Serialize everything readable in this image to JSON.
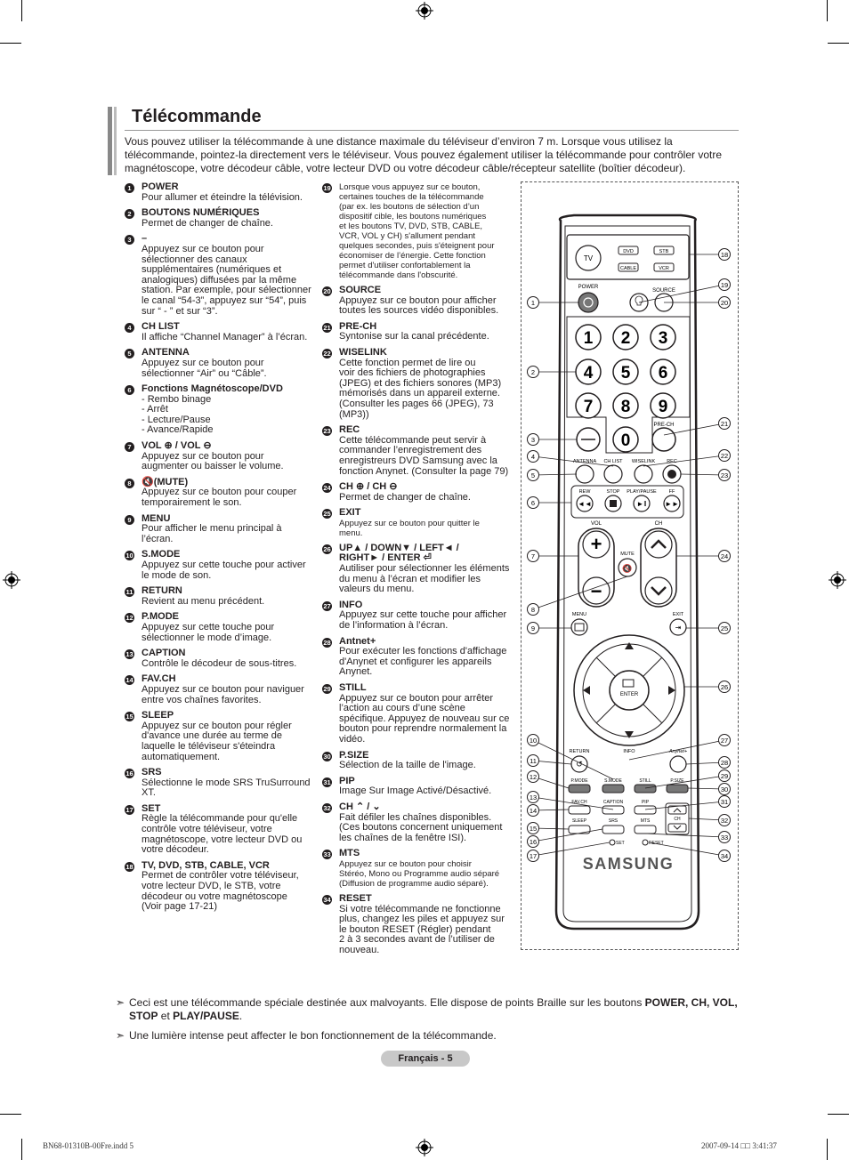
{
  "page": {
    "title": "Télécommande",
    "intro": "Vous pouvez utiliser la télécommande à une distance maximale du téléviseur d’environ 7 m. Lorsque vous utilisez la télécommande, pointez-la directement vers le téléviseur. Vous pouvez également utiliser la télécommande pour contrôler votre magnétoscope, votre décodeur câble, votre lecteur DVD ou votre décodeur câble/récepteur satellite (boîtier décodeur)."
  },
  "left_items": [
    {
      "n": "1",
      "title": "POWER",
      "desc": "Pour allumer et éteindre la télévision."
    },
    {
      "n": "2",
      "title": "BOUTONS NUMÉRIQUES",
      "desc": "Permet de changer de chaîne."
    },
    {
      "n": "3",
      "title": "–",
      "desc": "Appuyez sur ce bouton pour\nsélectionner des canaux\nsupplémentaires (numériques et\nanalogiques) diffusées par la même\nstation. Par exemple, pour sélectionner\nle canal “54-3”, appuyez sur “54”, puis\nsur “ - ” et sur “3”."
    },
    {
      "n": "4",
      "title": "CH LIST",
      "desc": "Il affiche “Channel Manager” à l’écran."
    },
    {
      "n": "5",
      "title": "ANTENNA",
      "desc": "Appuyez sur ce bouton pour\nsélectionner “Air” ou “Câble”."
    },
    {
      "n": "6",
      "title": "Fonctions Magnétoscope/DVD",
      "desc": "- Rembo binage\n- Arrêt\n- Lecture/Pause\n- Avance/Rapide"
    },
    {
      "n": "7",
      "title": "VOL ⊕ / VOL ⊖",
      "desc": "Appuyez sur ce bouton pour\naugmenter ou baisser le volume."
    },
    {
      "n": "8",
      "title": "🔇(MUTE)",
      "desc": "Appuyez sur ce bouton pour couper\ntemporairement le son."
    },
    {
      "n": "9",
      "title": "MENU",
      "desc": "Pour afficher le menu principal à\nl’écran."
    },
    {
      "n": "10",
      "title": "S.MODE",
      "desc": "Appuyez sur cette touche pour activer\nle mode de son."
    },
    {
      "n": "11",
      "title": "RETURN",
      "desc": "Revient au menu précédent."
    },
    {
      "n": "12",
      "title": "P.MODE",
      "desc": "Appuyez sur cette touche pour\nsélectionner le mode d’image."
    },
    {
      "n": "13",
      "title": "CAPTION",
      "desc": "Contrôle le décodeur de sous-titres."
    },
    {
      "n": "14",
      "title": "FAV.CH",
      "desc": "Appuyez sur ce bouton pour naviguer\nentre vos chaînes favorites."
    },
    {
      "n": "15",
      "title": "SLEEP",
      "desc": "Appuyez sur ce bouton pour régler\nd'avance une durée au terme de\nlaquelle le téléviseur s'éteindra\nautomatiquement."
    },
    {
      "n": "16",
      "title": "SRS",
      "desc": "Sélectionne le mode SRS TruSurround\nXT."
    },
    {
      "n": "17",
      "title": "SET",
      "desc": "Règle la télécommande pour qu'elle\ncontrôle votre téléviseur, votre\nmagnétoscope, votre lecteur DVD ou\nvotre décodeur."
    },
    {
      "n": "18",
      "title": "TV, DVD, STB, CABLE, VCR",
      "desc": "Permet de contrôler votre téléviseur,\nvotre lecteur DVD, le STB, votre\ndécodeur ou votre magnétoscope\n(Voir page 17-21)"
    }
  ],
  "right_items": [
    {
      "n": "19",
      "title": "",
      "desc": "Lorsque vous appuyez sur ce bouton,\ncertaines touches de la télécommande\n(par ex. les boutons de sélection d’un\ndispositif cible, les boutons numériques\net les boutons TV, DVD, STB, CABLE,\nVCR, VOL y CH) s'allument pendant\nquelques secondes, puis s'éteignent pour\néconomiser de l’énergie. Cette fonction\npermet d'utiliser confortablement la\ntélécommande dans l'obscurité.",
      "small": true
    },
    {
      "n": "20",
      "title": "SOURCE",
      "desc": "Appuyez sur ce bouton pour afficher\ntoutes les sources vidéo disponibles."
    },
    {
      "n": "21",
      "title": "PRE-CH",
      "desc": "Syntonise sur la canal précédente."
    },
    {
      "n": "22",
      "title": "WISELINK",
      "desc": "Cette fonction permet de lire ou\nvoir des fichiers de photographies\n(JPEG) et des fichiers sonores (MP3)\nmémorisés dans un appareil externe.\n(Consulter les pages 66 (JPEG), 73\n(MP3))"
    },
    {
      "n": "23",
      "title": "REC",
      "desc": "Cette télécommande peut servir à\ncommander l’enregistrement des\nenregistreurs DVD Samsung avec la\nfonction Anynet. (Consulter la page 79)"
    },
    {
      "n": "24",
      "title": "CH ⊕ / CH ⊖",
      "desc": "Permet de changer de chaîne."
    },
    {
      "n": "25",
      "title": "EXIT",
      "desc": "Appuyez sur ce bouton pour quitter le\nmenu.",
      "small": true
    },
    {
      "n": "26",
      "title": "UP▲ / DOWN▼ / LEFT◄ /\nRIGHT► / ENTER ⏎",
      "desc": "Autiliser pour sélectionner les éléments\ndu menu à l’écran et modifier les\nvaleurs du menu."
    },
    {
      "n": "27",
      "title": "INFO",
      "desc": "Appuyez sur cette touche pour afficher\nde l’information à l’écran."
    },
    {
      "n": "28",
      "title": "Antnet+",
      "desc": "Pour exécuter les fonctions d'affichage\nd'Anynet et configurer les appareils\nAnynet."
    },
    {
      "n": "29",
      "title": "STILL",
      "desc": "Appuyez sur ce bouton pour arrêter\nl’action au cours d’une scène\nspécifique. Appuyez de nouveau sur ce\nbouton pour reprendre normalement la\nvidéo."
    },
    {
      "n": "30",
      "title": "P.SIZE",
      "desc": "Sélection de la taille de l'image."
    },
    {
      "n": "31",
      "title": "PIP",
      "desc": "Image Sur Image Activé/Désactivé."
    },
    {
      "n": "32",
      "title": "CH ⌃ / ⌄",
      "desc": "Fait défiler les chaînes disponibles.\n(Ces boutons concernent uniquement\nles chaînes de la fenêtre ISI)."
    },
    {
      "n": "33",
      "title": "MTS",
      "desc": "Appuyez sur ce bouton pour choisir\nStéréo, Mono ou Programme audio séparé\n(Diffusion de programme audio séparé).",
      "small": true
    },
    {
      "n": "34",
      "title": "RESET",
      "desc": "Si votre télécommande ne fonctionne\nplus, changez les piles et appuyez sur\nle bouton RESET (Régler) pendant\n2 à 3 secondes avant de l’utiliser de\nnouveau."
    }
  ],
  "remote": {
    "source_buttons": [
      "TV",
      "DVD",
      "STB",
      "CABLE",
      "VCR"
    ],
    "labels": {
      "power": "POWER",
      "source": "SOURCE",
      "prech": "PRE-CH",
      "antenna": "ANTENNA",
      "chlist": "CH LIST",
      "wiselink": "WISELINK",
      "rec": "REC",
      "rew": "REW",
      "stop": "STOP",
      "playpause": "PLAY/PAUSE",
      "ff": "FF",
      "vol": "VOL",
      "ch": "CH",
      "mute": "MUTE",
      "menu": "MENU",
      "exit": "EXIT",
      "enter": "ENTER",
      "return": "RETURN",
      "info": "INFO",
      "anynet": "Anynet+",
      "pmode": "P.MODE",
      "smode": "S.MODE",
      "still": "STILL",
      "psize": "P.SIZE",
      "favch": "FAV.CH",
      "caption": "CAPTION",
      "pip": "PIP",
      "sleep": "SLEEP",
      "srs": "SRS",
      "mts": "MTS",
      "set": "SET",
      "reset": "RESET",
      "brand": "SAMSUNG",
      "ch_small": "CH"
    },
    "digits": [
      "1",
      "2",
      "3",
      "4",
      "5",
      "6",
      "7",
      "8",
      "9",
      "0"
    ],
    "dash": "—"
  },
  "notes": {
    "arrow": "➣",
    "n1_a": "Ceci est une télécommande spéciale destinée aux malvoyants. Elle dispose de points Braille sur les boutons ",
    "n1_b": "POWER, CH, VOL, STOP",
    "n1_c": " et ",
    "n1_d": "PLAY/PAUSE",
    "n1_e": ".",
    "n2": "Une lumière intense peut affecter le bon fonctionnement de la télécommande."
  },
  "footer": {
    "page_badge": "Français - 5",
    "file": "BN68-01310B-00Fre.indd   5",
    "date": "2007-09-14   □□ 3:41:37"
  }
}
